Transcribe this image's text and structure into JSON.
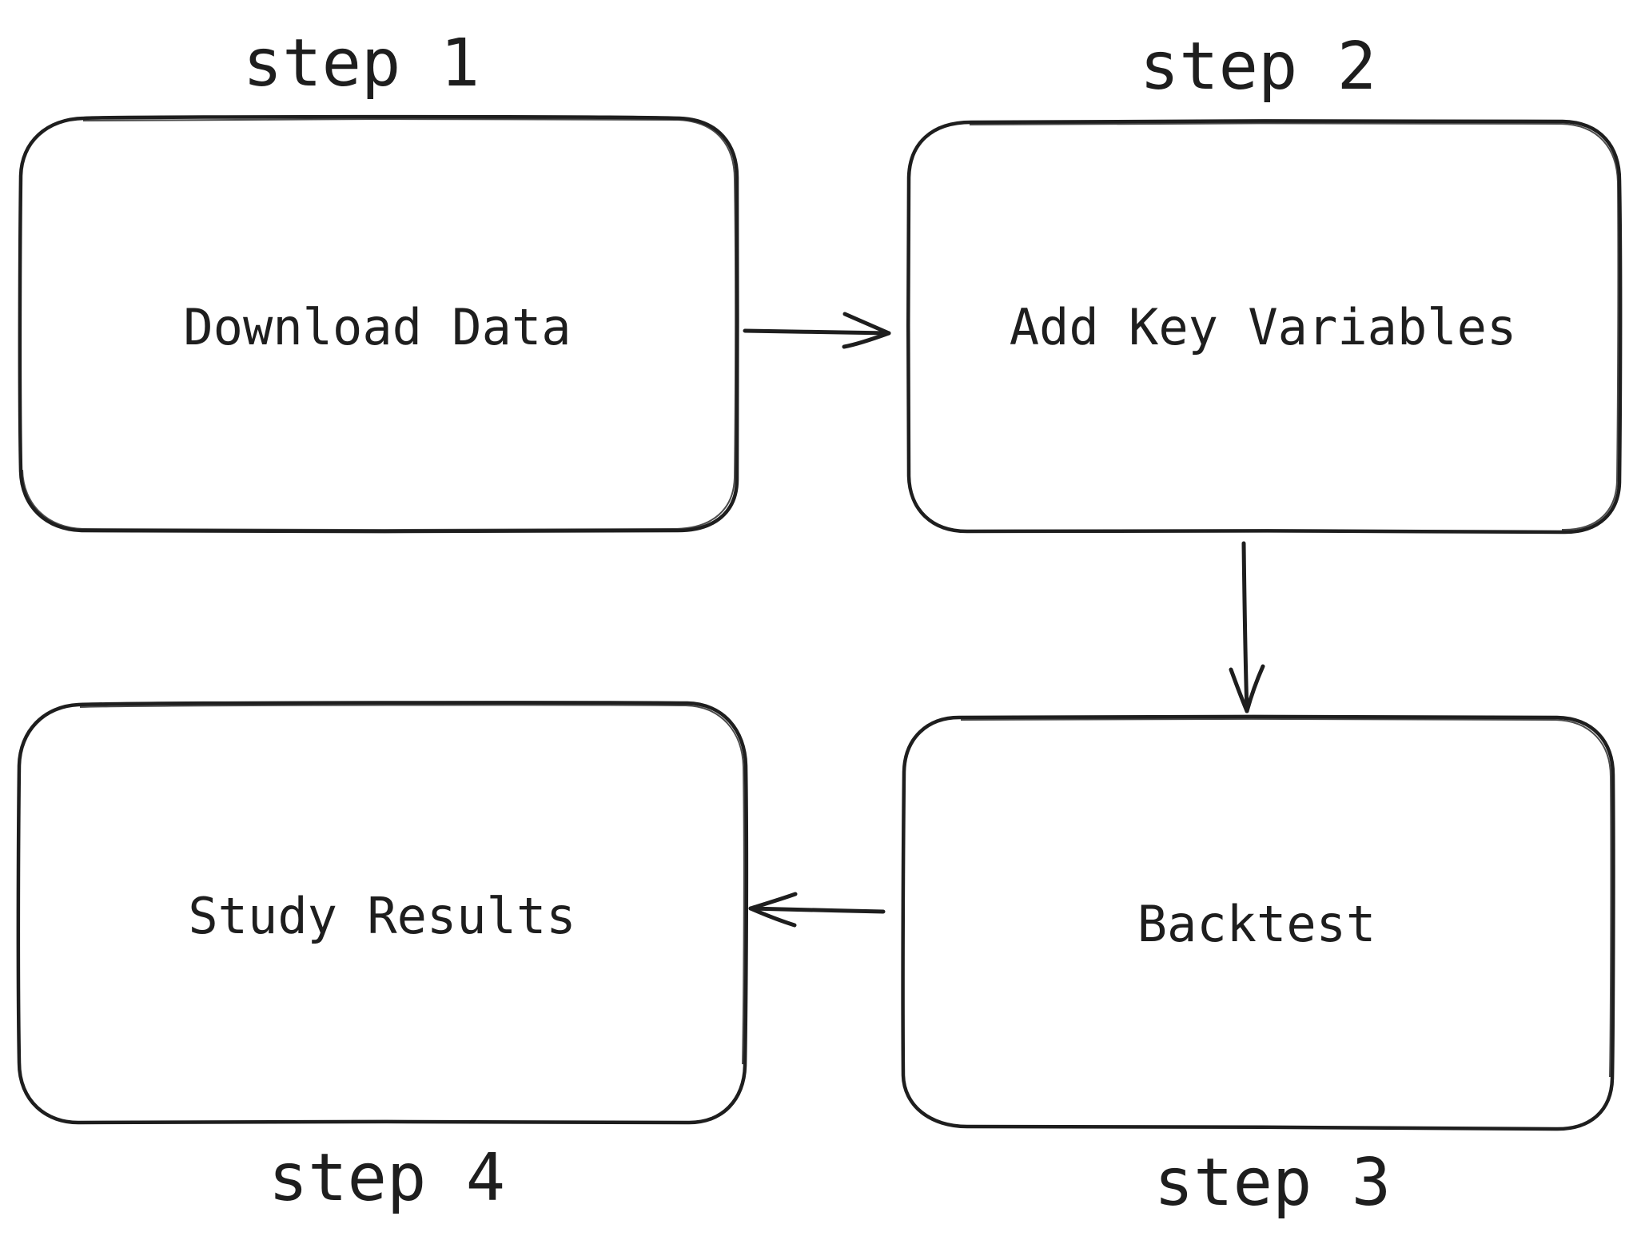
{
  "steps": [
    {
      "heading": "step 1",
      "label": "Download Data"
    },
    {
      "heading": "step 2",
      "label": "Add Key Variables"
    },
    {
      "heading": "step 3",
      "label": "Backtest"
    },
    {
      "heading": "step 4",
      "label": "Study Results"
    }
  ],
  "colors": {
    "stroke": "#1e1e1e",
    "background": "#ffffff"
  }
}
